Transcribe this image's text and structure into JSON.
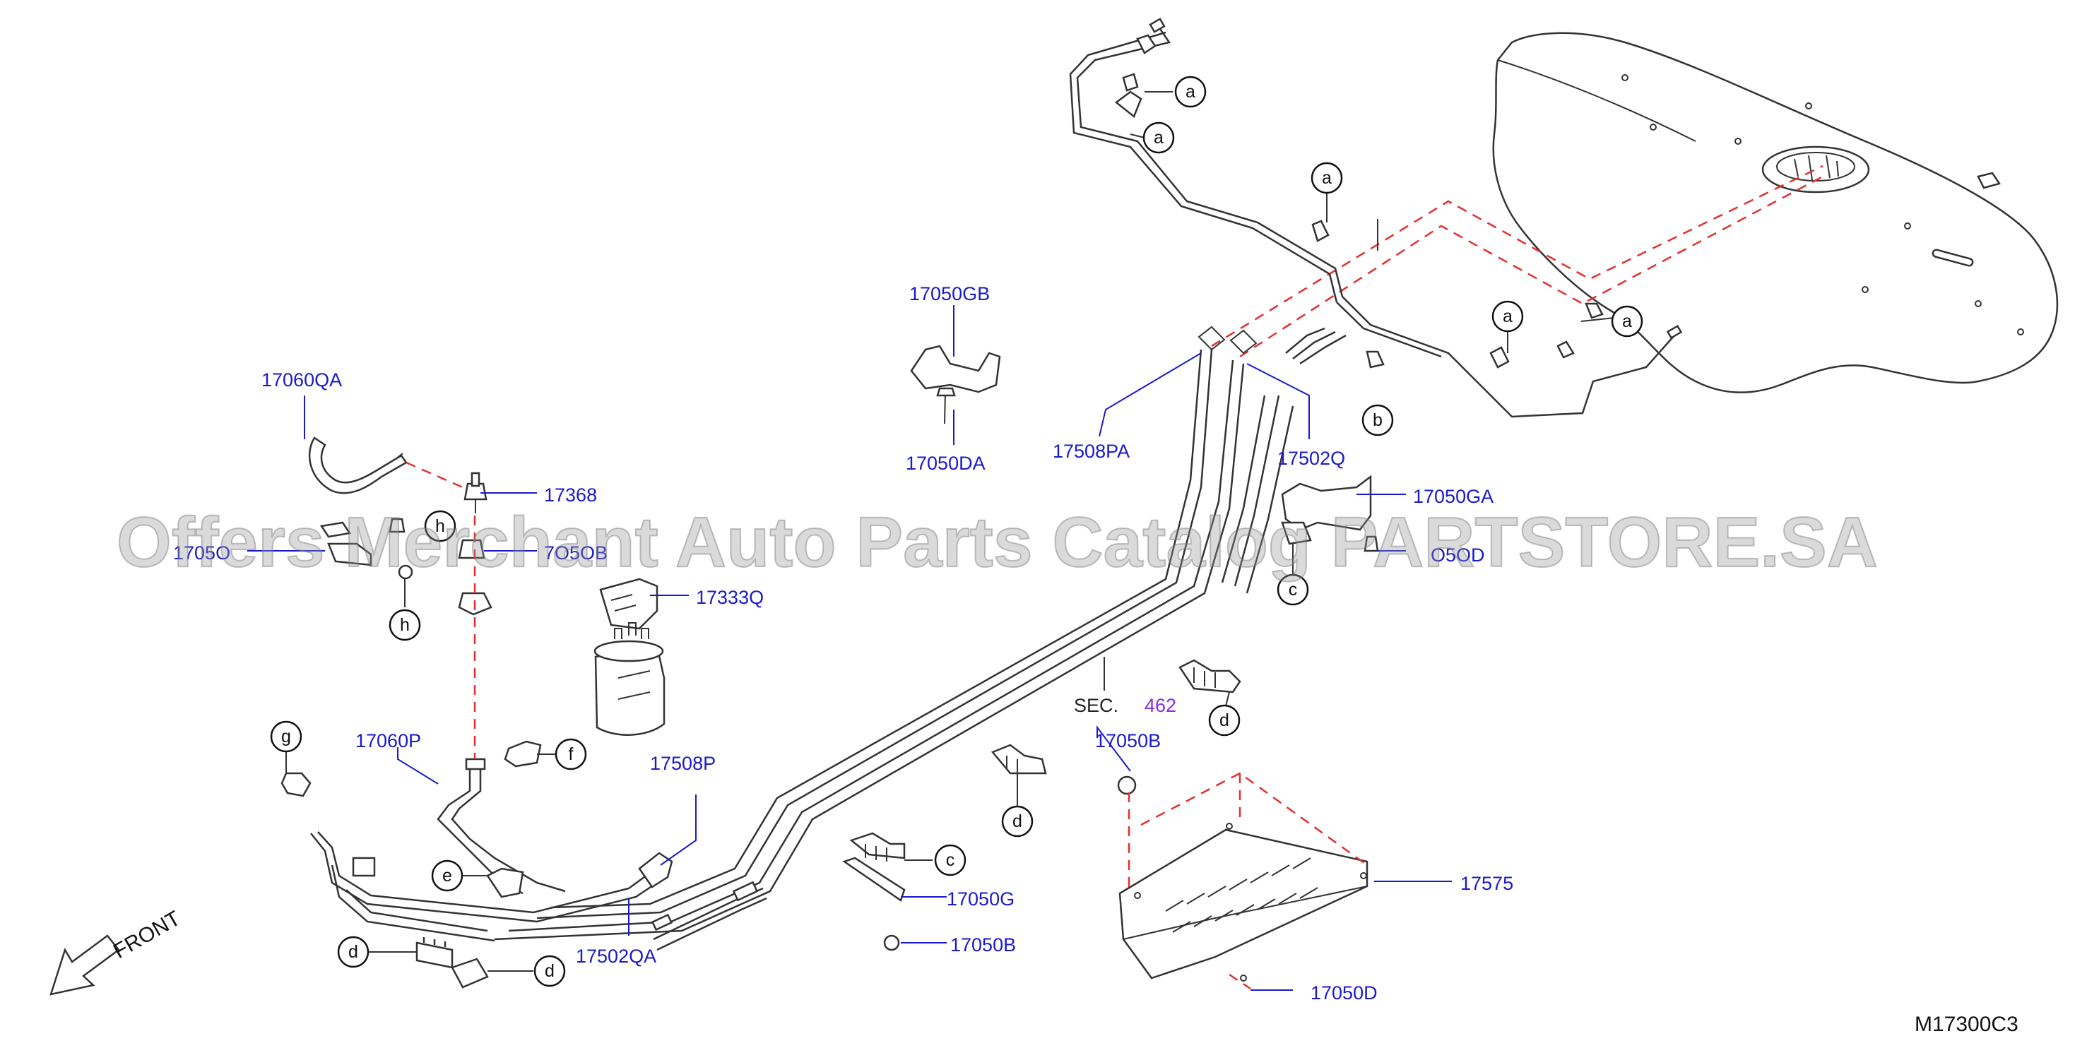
{
  "parts": [
    {
      "id": "p17060QA",
      "label": "17060QA"
    },
    {
      "id": "p17368",
      "label": "17368"
    },
    {
      "id": "p17050_left",
      "label": "1705O"
    },
    {
      "id": "p17050B_mid",
      "label": "7O5OB"
    },
    {
      "id": "p17333Q",
      "label": "17333Q"
    },
    {
      "id": "p17050GB",
      "label": "17050GB"
    },
    {
      "id": "p17050DA",
      "label": "17050DA"
    },
    {
      "id": "p17508PA",
      "label": "17508PA"
    },
    {
      "id": "p17502Q",
      "label": "17502Q"
    },
    {
      "id": "p17050GA",
      "label": "17050GA"
    },
    {
      "id": "p17050D_right",
      "label": "O5OD"
    },
    {
      "id": "p17060P",
      "label": "17060P"
    },
    {
      "id": "p17508P",
      "label": "17508P"
    },
    {
      "id": "p17502QA",
      "label": "17502QA"
    },
    {
      "id": "p17050B_top",
      "label": "17050B"
    },
    {
      "id": "p17050G",
      "label": "17050G"
    },
    {
      "id": "p17050B_bottom",
      "label": "17050B"
    },
    {
      "id": "p17575",
      "label": "17575"
    },
    {
      "id": "p17050D_bottom",
      "label": "17050D"
    }
  ],
  "section_ref": {
    "prefix": "SEC.",
    "number": "462"
  },
  "callouts": [
    "a",
    "a",
    "a",
    "a",
    "a",
    "b",
    "c",
    "d",
    "d",
    "c",
    "d",
    "d",
    "e",
    "f",
    "g",
    "h",
    "h"
  ],
  "front_label": "FRONT",
  "diagram_code": "M17300C3",
  "watermark": "Offers Merchant Auto Parts Catalog PARTSTORE.SA"
}
